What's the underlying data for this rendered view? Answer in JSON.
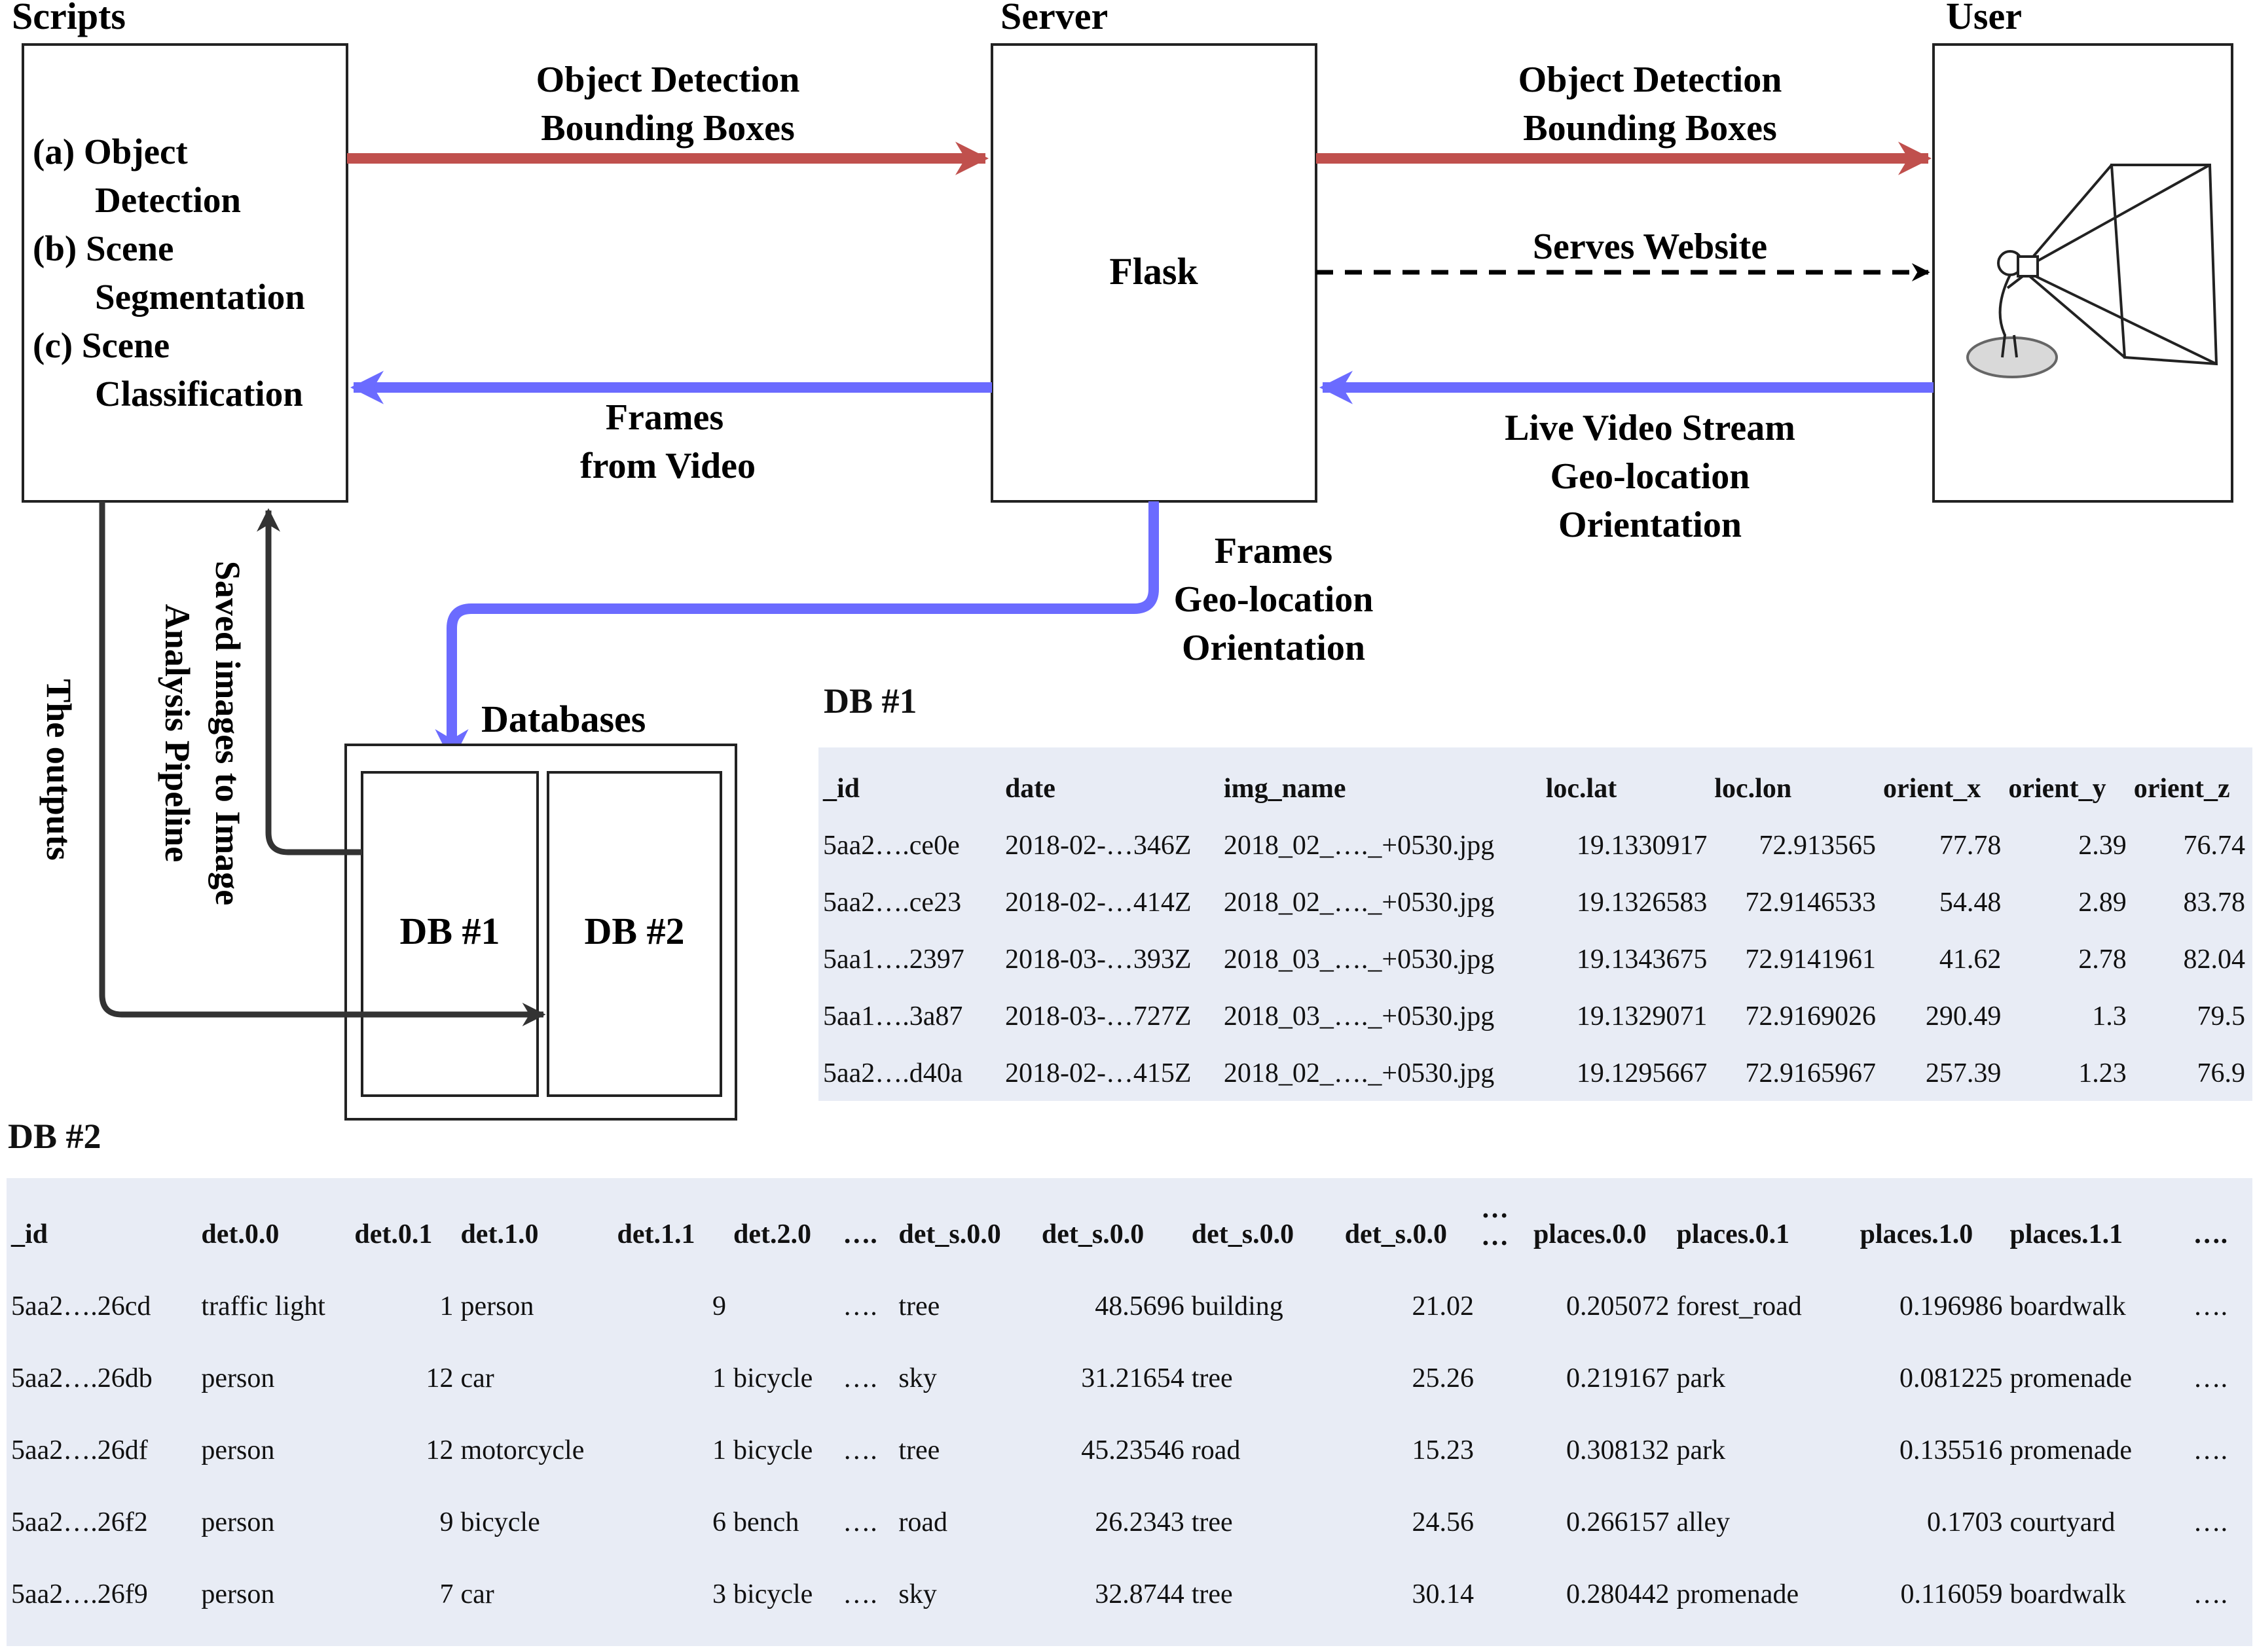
{
  "nodes": {
    "scripts": {
      "title": "Scripts",
      "lines": [
        "(a) Object",
        "Detection",
        "(b) Scene",
        "Segmentation",
        "(c) Scene",
        "Classification"
      ]
    },
    "server": {
      "title": "Server",
      "content": "Flask"
    },
    "user": {
      "title": "User"
    },
    "databases": {
      "title": "Databases",
      "db1": "DB #1",
      "db2": "DB #2"
    }
  },
  "edges": {
    "scripts_to_server": [
      "Object Detection",
      "Bounding Boxes"
    ],
    "server_to_user": [
      "Object Detection",
      "Bounding Boxes"
    ],
    "serves_website": [
      "Serves Website"
    ],
    "server_to_scripts": [
      "Frames",
      "from Video"
    ],
    "user_to_server": [
      "Live Video Stream",
      "Geo-location",
      "Orientation"
    ],
    "server_to_db": [
      "Frames",
      "Geo-location",
      "Orientation"
    ],
    "db_to_scripts": [
      "Saved images to Image",
      "Analysis Pipeline"
    ],
    "scripts_to_db": [
      "The outputs"
    ]
  },
  "colors": {
    "red_arrow": "#c0504d",
    "blue_arrow": "#6b6bff",
    "dark_arrow": "#333333",
    "table_bg": "#e8ecf5"
  },
  "db1": {
    "title": "DB #1",
    "columns": [
      "_id",
      "date",
      "img_name",
      "loc.lat",
      "loc.lon",
      "orient_x",
      "orient_y",
      "orient_z"
    ],
    "rows": [
      [
        "5aa2….ce0e",
        "2018-02-…346Z",
        "2018_02_…._+0530.jpg",
        "19.1330917",
        "72.913565",
        "77.78",
        "2.39",
        "76.74"
      ],
      [
        "5aa2….ce23",
        "2018-02-…414Z",
        "2018_02_…._+0530.jpg",
        "19.1326583",
        "72.9146533",
        "54.48",
        "2.89",
        "83.78"
      ],
      [
        "5aa1….2397",
        "2018-03-…393Z",
        "2018_03_…._+0530.jpg",
        "19.1343675",
        "72.9141961",
        "41.62",
        "2.78",
        "82.04"
      ],
      [
        "5aa1….3a87",
        "2018-03-…727Z",
        "2018_03_…._+0530.jpg",
        "19.1329071",
        "72.9169026",
        "290.49",
        "1.3",
        "79.5"
      ],
      [
        "5aa2….d40a",
        "2018-02-…415Z",
        "2018_02_…._+0530.jpg",
        "19.1295667",
        "72.9165967",
        "257.39",
        "1.23",
        "76.9"
      ]
    ]
  },
  "db2": {
    "title": "DB #2",
    "columns": [
      "_id",
      "det.0.0",
      "det.0.1",
      "det.1.0",
      "det.1.1",
      "det.2.0",
      "….",
      "det_s.0.0",
      "det_s.0.0",
      "det_s.0.0",
      "det_s.0.0",
      "…\n…",
      "places.0.0",
      "places.0.1",
      "places.1.0",
      "places.1.1",
      "…."
    ],
    "rows": [
      [
        "5aa2….26cd",
        "traffic light",
        "1",
        "person",
        "9",
        "",
        "….",
        "tree",
        "48.5696",
        "building",
        "21.02",
        "",
        "0.205072",
        "forest_road",
        "0.196986",
        "boardwalk",
        "…."
      ],
      [
        "5aa2….26db",
        "person",
        "12",
        "car",
        "1",
        "bicycle",
        "….",
        "sky",
        "31.21654",
        "tree",
        "25.26",
        "",
        "0.219167",
        "park",
        "0.081225",
        "promenade",
        "…."
      ],
      [
        "5aa2….26df",
        "person",
        "12",
        "motorcycle",
        "1",
        "bicycle",
        "….",
        "tree",
        "45.23546",
        "road",
        "15.23",
        "",
        "0.308132",
        "park",
        "0.135516",
        "promenade",
        "…."
      ],
      [
        "5aa2….26f2",
        "person",
        "9",
        "bicycle",
        "6",
        "bench",
        "….",
        "road",
        "26.2343",
        "tree",
        "24.56",
        "",
        "0.266157",
        "alley",
        "0.1703",
        "courtyard",
        "…."
      ],
      [
        "5aa2….26f9",
        "person",
        "7",
        "car",
        "3",
        "bicycle",
        "….",
        "sky",
        "32.8744",
        "tree",
        "30.14",
        "",
        "0.280442",
        "promenade",
        "0.116059",
        "boardwalk",
        "…."
      ]
    ]
  }
}
